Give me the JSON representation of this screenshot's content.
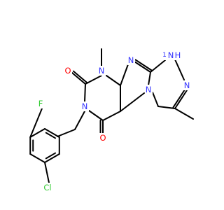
{
  "molecule": {
    "atoms": {
      "n_methyl": {
        "label": "N",
        "color": "#3333ff"
      },
      "n_imine": {
        "label": "N",
        "color": "#3333ff"
      },
      "nh": {
        "label": "H",
        "color": "#3333ff"
      },
      "nh_n": {
        "label": "N",
        "color": "#3333ff"
      },
      "n_azo": {
        "label": "N",
        "color": "#3333ff"
      },
      "n_fused": {
        "label": "N",
        "color": "#3333ff"
      },
      "n_benzyl": {
        "label": "N",
        "color": "#3333ff"
      },
      "o_top": {
        "label": "O",
        "color": "#ff0000"
      },
      "o_bottom": {
        "label": "O",
        "color": "#ff0000"
      },
      "fluorine": {
        "label": "F",
        "color": "#33cc33"
      },
      "chlorine": {
        "label": "Cl",
        "color": "#33cc33"
      },
      "nh_prefix": {
        "label": "1",
        "color": "#3333ff"
      }
    }
  }
}
